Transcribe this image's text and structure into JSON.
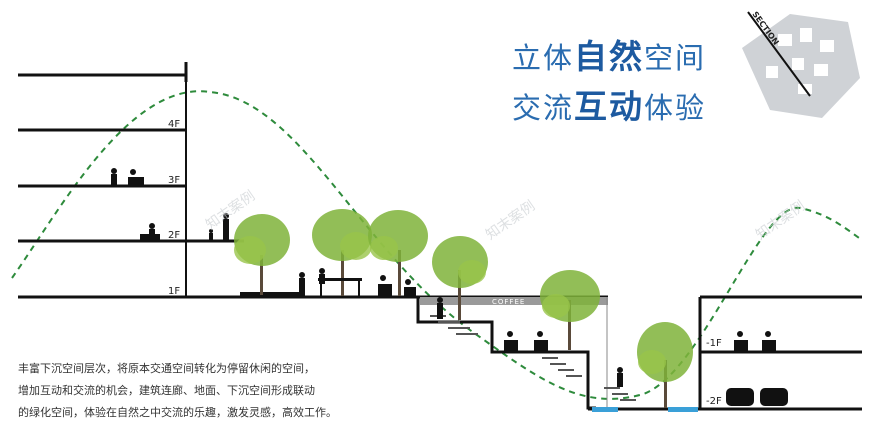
{
  "title": {
    "line1_pre": "立体",
    "line1_em": "自然",
    "line1_post": "空间",
    "line2_pre": "交流",
    "line2_em": "互动",
    "line2_post": "体验"
  },
  "caption": {
    "line1": "丰富下沉空间层次，将原本交通空间转化为停留休闲的空间，",
    "line2": "增加互动和交流的机会，建筑连廊、地面、下沉空间形成联动",
    "line3": "的绿化空间，体验在自然之中交流的乐趣，激发灵感，高效工作。"
  },
  "floors": {
    "f4": "4F",
    "f3": "3F",
    "f2": "2F",
    "f1": "1F",
    "b1": "-1F",
    "b2": "-2F"
  },
  "coffee_label": "COFFEE",
  "section_label": "SECTION",
  "watermark": "知末案例",
  "colors": {
    "title_blue": "#2a6cb0",
    "curve_green": "#2e8b3c",
    "tree_green": "#7fb33a",
    "water_blue": "#3aa0d8",
    "line_black": "#111111"
  }
}
